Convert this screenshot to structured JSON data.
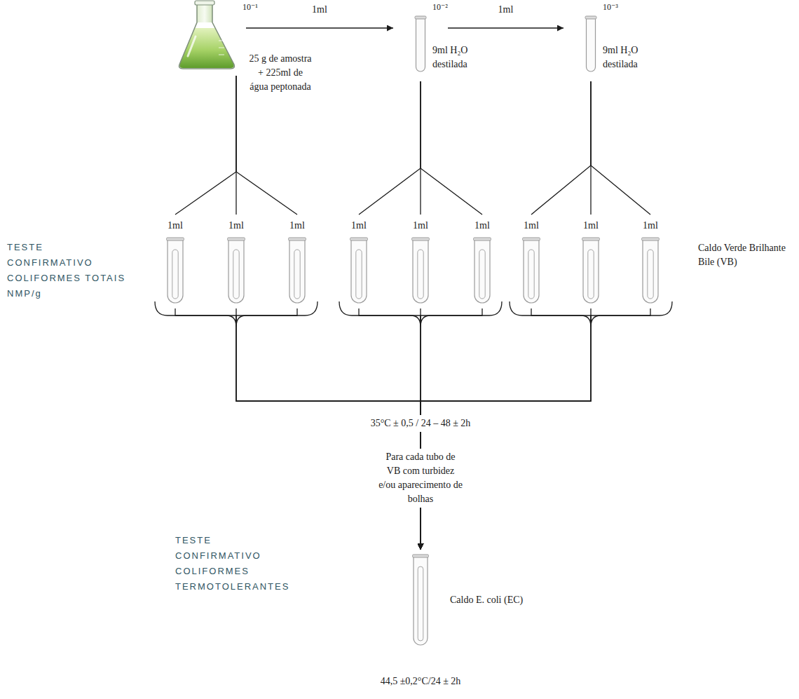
{
  "diagram": {
    "nodes": [
      {
        "text": [
          "10⁻¹",
          "25 g de amostra + 225ml de água peptonada"
        ]
      },
      {
        "text": [
          "10⁻²",
          "9ml H₂O destilada"
        ]
      },
      {
        "text": [
          "10⁻³",
          "9ml H₂O destilada"
        ]
      },
      {
        "text": [
          "1ml"
        ]
      },
      {
        "text": [
          "1ml"
        ]
      },
      {
        "text": [
          "1ml"
        ]
      },
      {
        "text": [
          "1ml"
        ]
      },
      {
        "text": [
          "1ml"
        ]
      },
      {
        "text": [
          "1ml"
        ]
      },
      {
        "text": [
          "1ml"
        ]
      },
      {
        "text": [
          "1ml"
        ]
      },
      {
        "text": [
          "1ml"
        ]
      },
      {
        "text": [
          "Caldo E. coli (EC)",
          "44,5 ±0,2°C/24 ± 2h"
        ]
      }
    ],
    "edges": [
      {
        "from": 0,
        "to": 1,
        "arrow": "to",
        "label": "1ml"
      },
      {
        "from": 1,
        "to": 2,
        "arrow": "to",
        "label": "1ml"
      },
      {
        "from": 0,
        "to": 3,
        "arrow": "none"
      },
      {
        "from": 0,
        "to": 4,
        "arrow": "none"
      },
      {
        "from": 0,
        "to": 5,
        "arrow": "none"
      },
      {
        "from": 1,
        "to": 6,
        "arrow": "none"
      },
      {
        "from": 1,
        "to": 7,
        "arrow": "none"
      },
      {
        "from": 1,
        "to": 8,
        "arrow": "none"
      },
      {
        "from": 2,
        "to": 9,
        "arrow": "none"
      },
      {
        "from": 2,
        "to": 10,
        "arrow": "none"
      },
      {
        "from": 2,
        "to": 11,
        "arrow": "none"
      },
      {
        "from": 3,
        "to": 12,
        "arrow": "to"
      },
      {
        "from": 4,
        "to": 12,
        "arrow": "to"
      },
      {
        "from": 5,
        "to": 12,
        "arrow": "to"
      },
      {
        "from": 6,
        "to": 12,
        "arrow": "to"
      },
      {
        "from": 7,
        "to": 12,
        "arrow": "to"
      },
      {
        "from": 8,
        "to": 12,
        "arrow": "to"
      },
      {
        "from": 9,
        "to": 12,
        "arrow": "to"
      },
      {
        "from": 10,
        "to": 12,
        "arrow": "to"
      },
      {
        "from": 11,
        "to": 12,
        "arrow": "to"
      }
    ],
    "labels": [
      "TESTE CONFIRMATIVO COLIFORMES TOTAIS NMP/g",
      "Caldo Verde Brilhante Bile (VB)",
      "35°C ± 0,5 / 24 – 48 ± 2h",
      "Para cada tubo de VB com turbidez e/ou aparecimento de bolhas",
      "TESTE CONFIRMATIVO COLIFORMES TERMOTOLERANTES"
    ]
  }
}
